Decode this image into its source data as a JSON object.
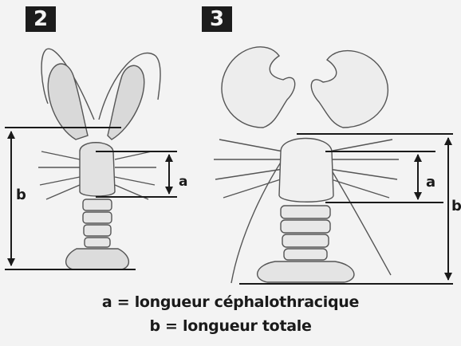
{
  "panels": [
    {
      "number": "2"
    },
    {
      "number": "3"
    }
  ],
  "dimension_labels": {
    "panel2_a": "a",
    "panel2_b": "b",
    "panel3_a": "a",
    "panel3_b": "b"
  },
  "legend": {
    "a": "a = longueur céphalothracique",
    "b": "b = longueur totale"
  },
  "colors": {
    "line": "#1a1a1a",
    "sketch": "#555555",
    "background": "#f3f3f3",
    "label_box": "#1c1c1c"
  }
}
